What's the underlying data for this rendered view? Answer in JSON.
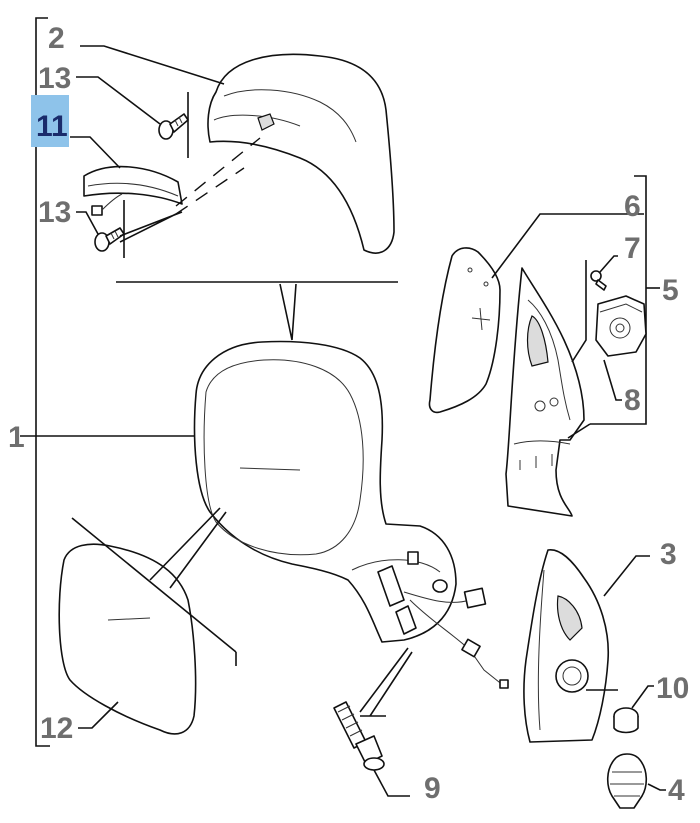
{
  "highlight_color": "#8ec3ea",
  "active_text_color": "#1a2b6b",
  "label_color": "#6e6e6e",
  "callouts": {
    "c1": "1",
    "c2": "2",
    "c3": "3",
    "c4": "4",
    "c5": "5",
    "c6": "6",
    "c7": "7",
    "c8": "8",
    "c9": "9",
    "c10": "10",
    "c11": "11",
    "c12": "12",
    "c13a": "13",
    "c13b": "13"
  },
  "selected_callout": "11"
}
